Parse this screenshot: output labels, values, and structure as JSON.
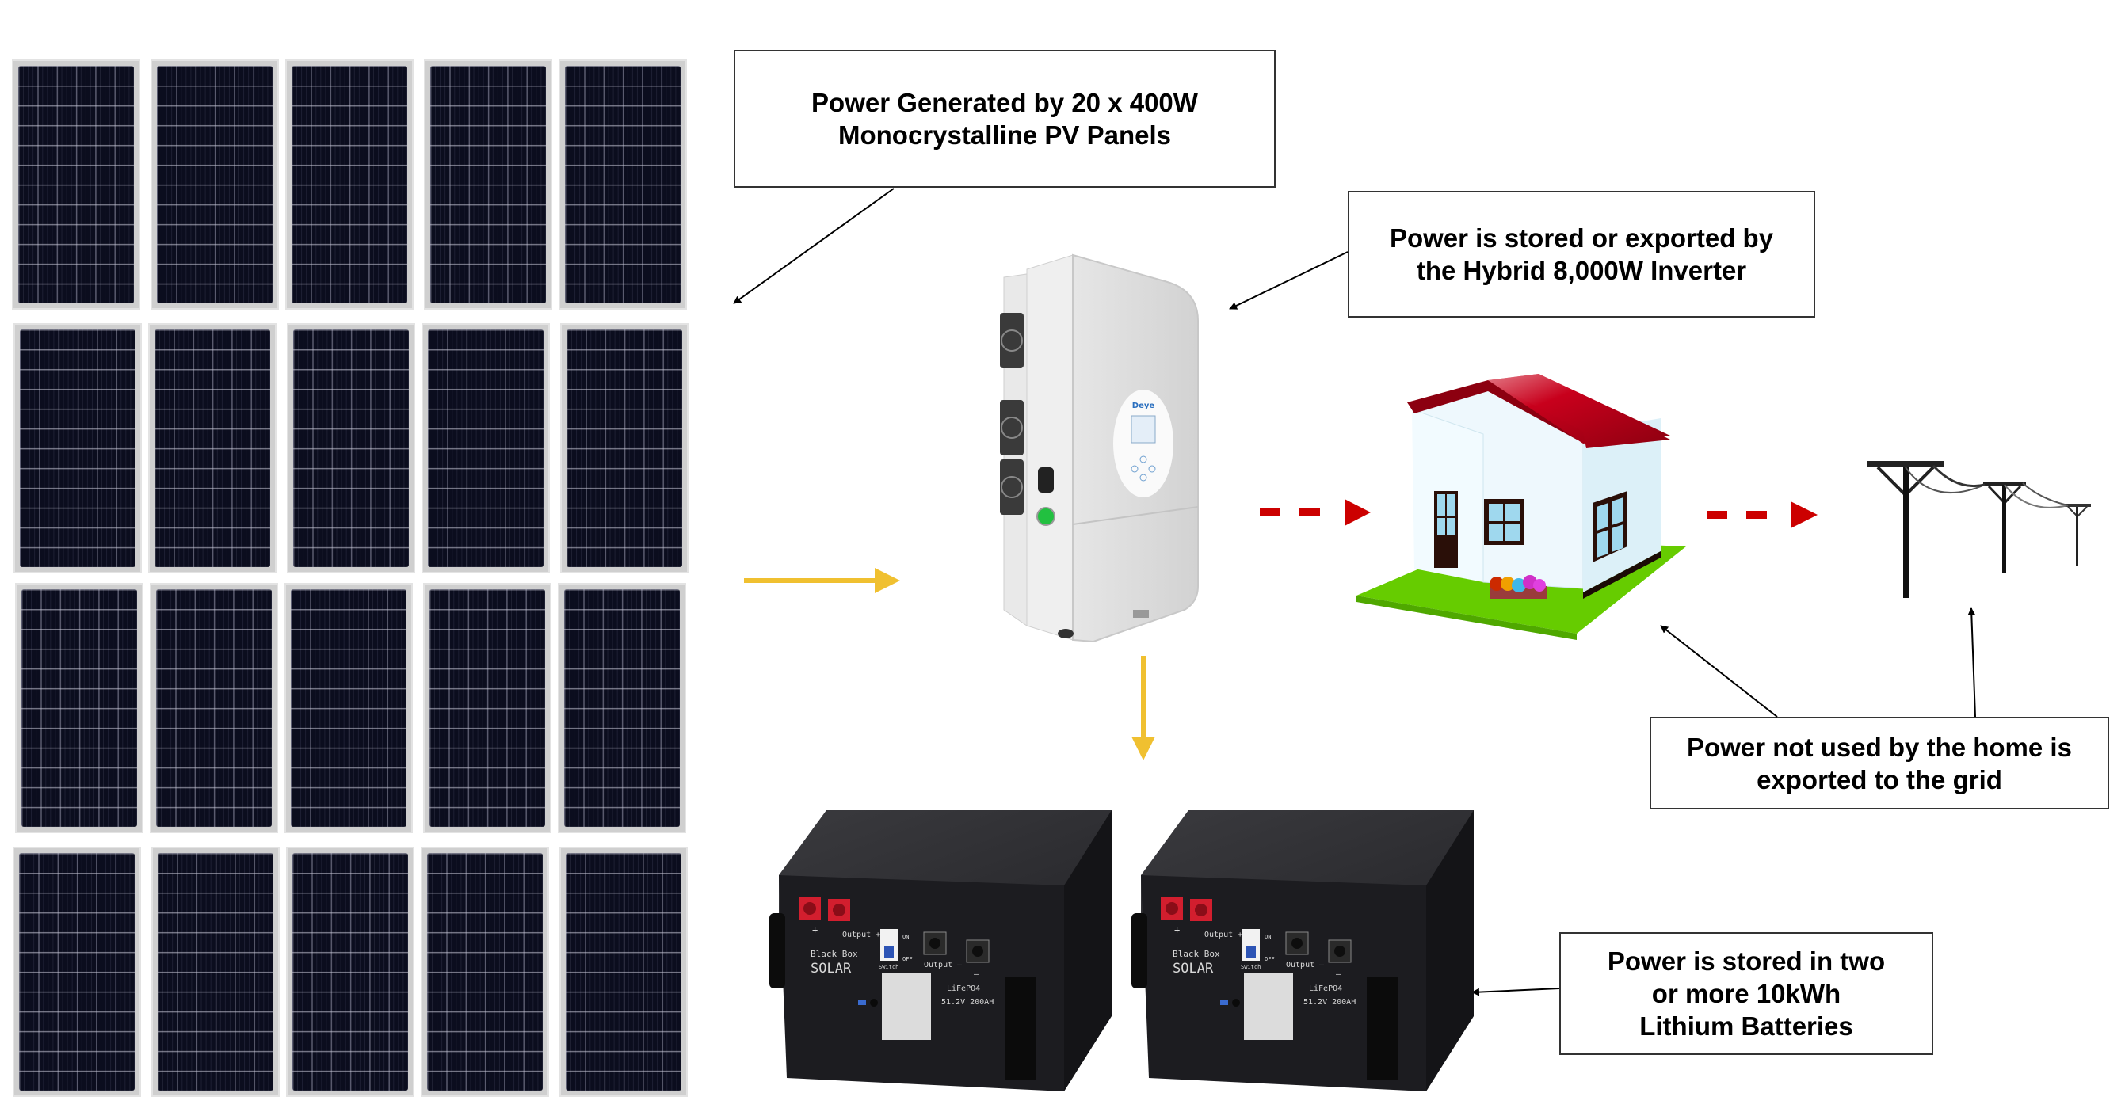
{
  "diagram": {
    "title": "Hybrid solar power system",
    "colors": {
      "flow_arrow": "#F0C030",
      "export_arrow": "#CC0000",
      "leader_line": "#000000",
      "panel_cell": "#0B0D1E",
      "roof": "#C0001A",
      "grass": "#66CC00"
    },
    "callouts": {
      "panels": {
        "line1": "Power Generated by 20 x 400W",
        "line2": "Monocrystalline PV Panels"
      },
      "inverter": {
        "line1": "Power is stored or exported by",
        "line2": "the Hybrid 8,000W Inverter"
      },
      "grid": {
        "line1": "Power not used by the home is",
        "line2": "exported to the grid"
      },
      "batteries": {
        "line1": "Power is stored in two",
        "line2": "or more 10kWh",
        "line3": "Lithium Batteries"
      }
    },
    "solar_array": {
      "panel_count": 20,
      "rows": 4,
      "columns": 5,
      "panel_wattage": "400W"
    },
    "inverter": {
      "brand_label": "Deye"
    },
    "batteries": [
      {
        "brand_line1": "Black Box",
        "brand_line2": "SOLAR",
        "terminal_pos": "+",
        "output_pos": "Output +",
        "switch": "Switch",
        "on": "ON",
        "off": "OFF",
        "output_neg": "Output —",
        "neg": "—",
        "chemistry": "LiFePO4",
        "rating": "51.2V 200AH"
      },
      {
        "brand_line1": "Black Box",
        "brand_line2": "SOLAR",
        "terminal_pos": "+",
        "output_pos": "Output +",
        "switch": "Switch",
        "on": "ON",
        "off": "OFF",
        "output_neg": "Output —",
        "neg": "—",
        "chemistry": "LiFePO4",
        "rating": "51.2V 200AH"
      }
    ]
  }
}
